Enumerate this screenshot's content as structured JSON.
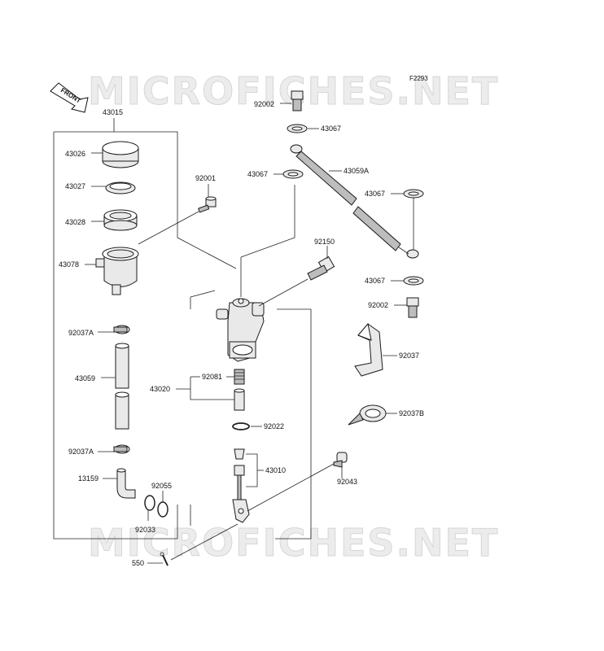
{
  "diagram_code": "F2293",
  "watermark": "MICROFICHES.NET",
  "front_label": "FRONT",
  "labels": {
    "p43015": "43015",
    "p43026": "43026",
    "p43027": "43027",
    "p43028": "43028",
    "p43078": "43078",
    "p92037A_top": "92037A",
    "p43059": "43059",
    "p92037A_bot": "92037A",
    "p13159": "13159",
    "p92033": "92033",
    "p92055": "92055",
    "p550": "550",
    "p92001": "92001",
    "p92002_top": "92002",
    "p43067_1": "43067",
    "p43067_2": "43067",
    "p43059A": "43059A",
    "p43067_3": "43067",
    "p92150": "92150",
    "p43067_4": "43067",
    "p92002_bot": "92002",
    "p92037": "92037",
    "p92037B": "92037B",
    "p43020": "43020",
    "p92081": "92081",
    "p92022": "92022",
    "p43010": "43010",
    "p92043": "92043"
  }
}
